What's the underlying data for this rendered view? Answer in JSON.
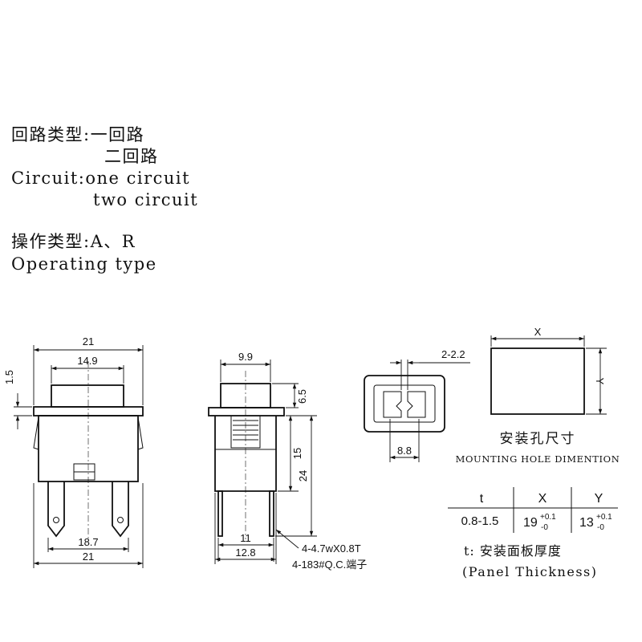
{
  "spec": {
    "circuit_cn_label": "回路类型:",
    "circuit_cn_1": "一回路",
    "circuit_cn_2": "二回路",
    "circuit_en_label": "Circuit:",
    "circuit_en_1": "one circuit",
    "circuit_en_2": "two circuit",
    "operating_cn": "操作类型:A、R",
    "operating_en": "Operating type"
  },
  "front_view": {
    "dim_top_width": "21",
    "dim_button_width": "14.9",
    "dim_flange": "1.5",
    "dim_terminal_span": "18.7",
    "dim_bottom_width": "21"
  },
  "side_view": {
    "dim_top": "9.9",
    "dim_button_height": "6.5",
    "dim_body": "15",
    "dim_total": "24",
    "dim_base_inner": "11",
    "dim_base_outer": "12.8",
    "terminal_note_1": "4-4.7wX0.8T",
    "terminal_note_2": "4-183#Q.C.端子"
  },
  "top_view": {
    "dim_gap": "2-2.2",
    "dim_width": "8.8"
  },
  "mounting_hole": {
    "x_label": "X",
    "y_label": "Y",
    "title_cn": "安装孔尺寸",
    "title_en": "MOUNTING HOLE DIMENTION",
    "table": {
      "headers": [
        "t",
        "X",
        "Y"
      ],
      "row_t": "0.8-1.5",
      "x_base": "19",
      "x_tol_plus": "+0.1",
      "x_tol_minus": "-0",
      "y_base": "13",
      "y_tol_plus": "+0.1",
      "y_tol_minus": "-0"
    },
    "note_cn": "t: 安装面板厚度",
    "note_en": "(Panel Thickness)"
  }
}
